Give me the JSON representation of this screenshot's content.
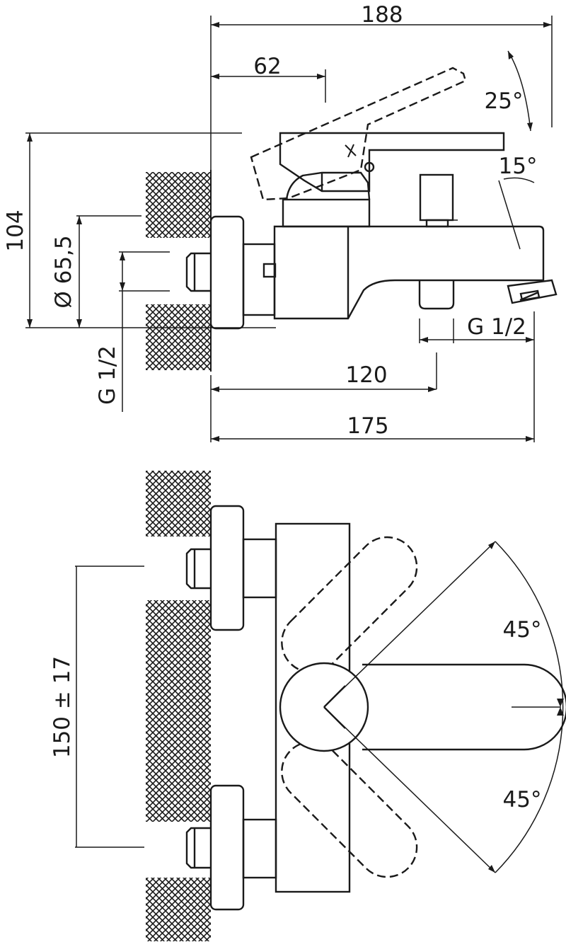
{
  "side_view": {
    "dim_overall_width": "188",
    "dim_handle_offset": "62",
    "dim_handle_tilt": "25°",
    "dim_spout_angle": "15°",
    "dim_height": "104",
    "dim_flange_diameter": "Ø 65,5",
    "dim_inlet_thread": "G 1/2",
    "dim_outlet_thread": "G 1/2",
    "dim_outlet_distance": "120",
    "dim_body_length": "175"
  },
  "top_view": {
    "dim_centers": "150 ± 17",
    "dim_handle_swing_upper": "45°",
    "dim_handle_swing_lower": "45°"
  }
}
